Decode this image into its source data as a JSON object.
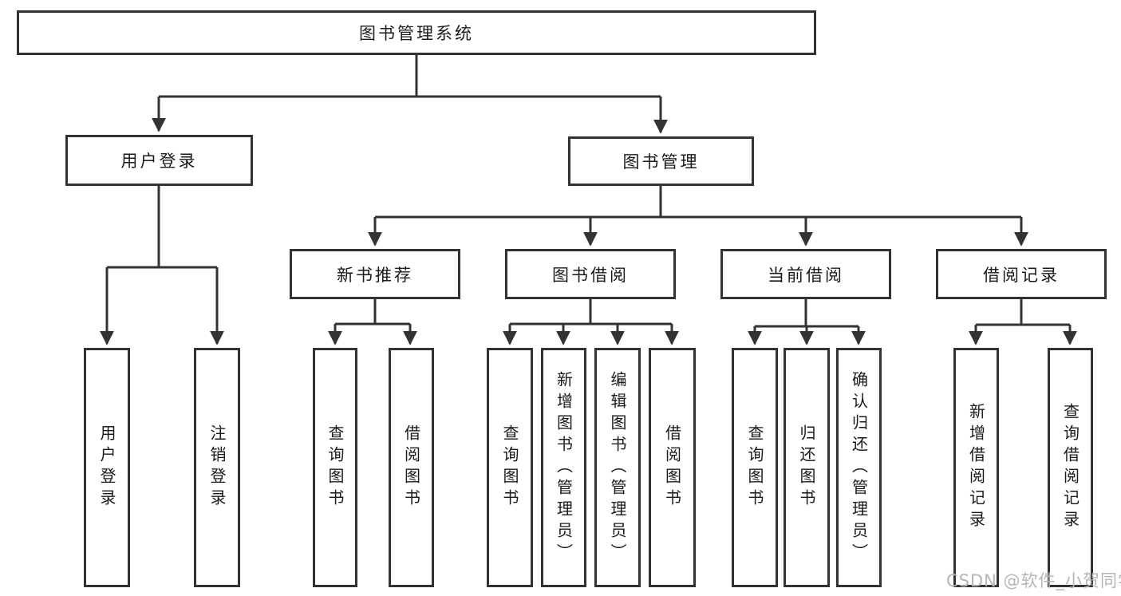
{
  "diagram": {
    "type": "hierarchy",
    "root": {
      "label": "图书管理系统"
    },
    "branches": [
      {
        "label": "用户登录",
        "children": [
          {
            "label": "用户登录"
          },
          {
            "label": "注销登录"
          }
        ]
      },
      {
        "label": "图书管理",
        "children": [
          {
            "label": "新书推荐",
            "children": [
              {
                "label": "查询图书"
              },
              {
                "label": "借阅图书"
              }
            ]
          },
          {
            "label": "图书借阅",
            "children": [
              {
                "label": "查询图书"
              },
              {
                "label": "新增图书（管理员）"
              },
              {
                "label": "编辑图书（管理员）"
              },
              {
                "label": "借阅图书"
              }
            ]
          },
          {
            "label": "当前借阅",
            "children": [
              {
                "label": "查询图书"
              },
              {
                "label": "归还图书"
              },
              {
                "label": "确认归还（管理员）"
              }
            ]
          },
          {
            "label": "借阅记录",
            "children": [
              {
                "label": "新增借阅记录"
              },
              {
                "label": "查询借阅记录"
              }
            ]
          }
        ]
      }
    ],
    "watermark": "CSDN @软件_小贺同学",
    "colors": {
      "line": "#333333",
      "box_border": "#333333",
      "box_fill": "#ffffff",
      "text": "#1a1a1a",
      "watermark": "#b5b5b5",
      "background": "#ffffff"
    }
  }
}
